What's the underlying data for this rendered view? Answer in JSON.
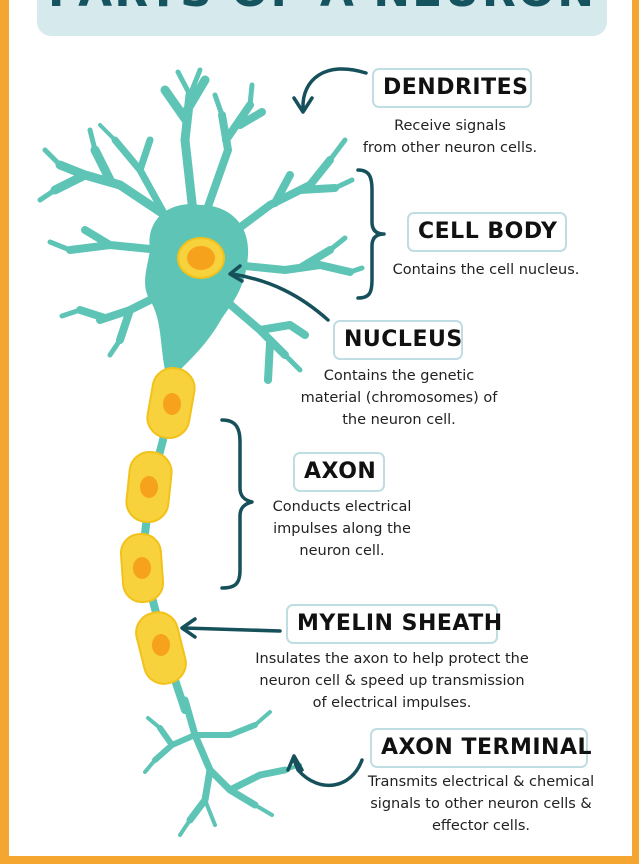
{
  "title": "PARTS OF A NEURON",
  "colors": {
    "frame": "#f5a631",
    "neuron": "#5ec4b6",
    "myelin": "#f7d23c",
    "nucleus": "#f6a21c",
    "arrow": "#16505a",
    "banner": "#d6eaee"
  },
  "parts": [
    {
      "label": "DENDRITES",
      "description": "Receive signals\nfrom other neuron cells."
    },
    {
      "label": "CELL BODY",
      "description": "Contains the cell nucleus."
    },
    {
      "label": "NUCLEUS",
      "description": "Contains the genetic\nmaterial (chromosomes) of\nthe neuron cell."
    },
    {
      "label": "AXON",
      "description": "Conducts electrical\nimpulses along the\nneuron cell."
    },
    {
      "label": "MYELIN SHEATH",
      "description": "Insulates the axon to help protect the\nneuron cell & speed up transmission\nof electrical impulses."
    },
    {
      "label": "AXON TERMINAL",
      "description": "Transmits electrical & chemical\nsignals to other neuron cells &\neffector cells."
    }
  ]
}
